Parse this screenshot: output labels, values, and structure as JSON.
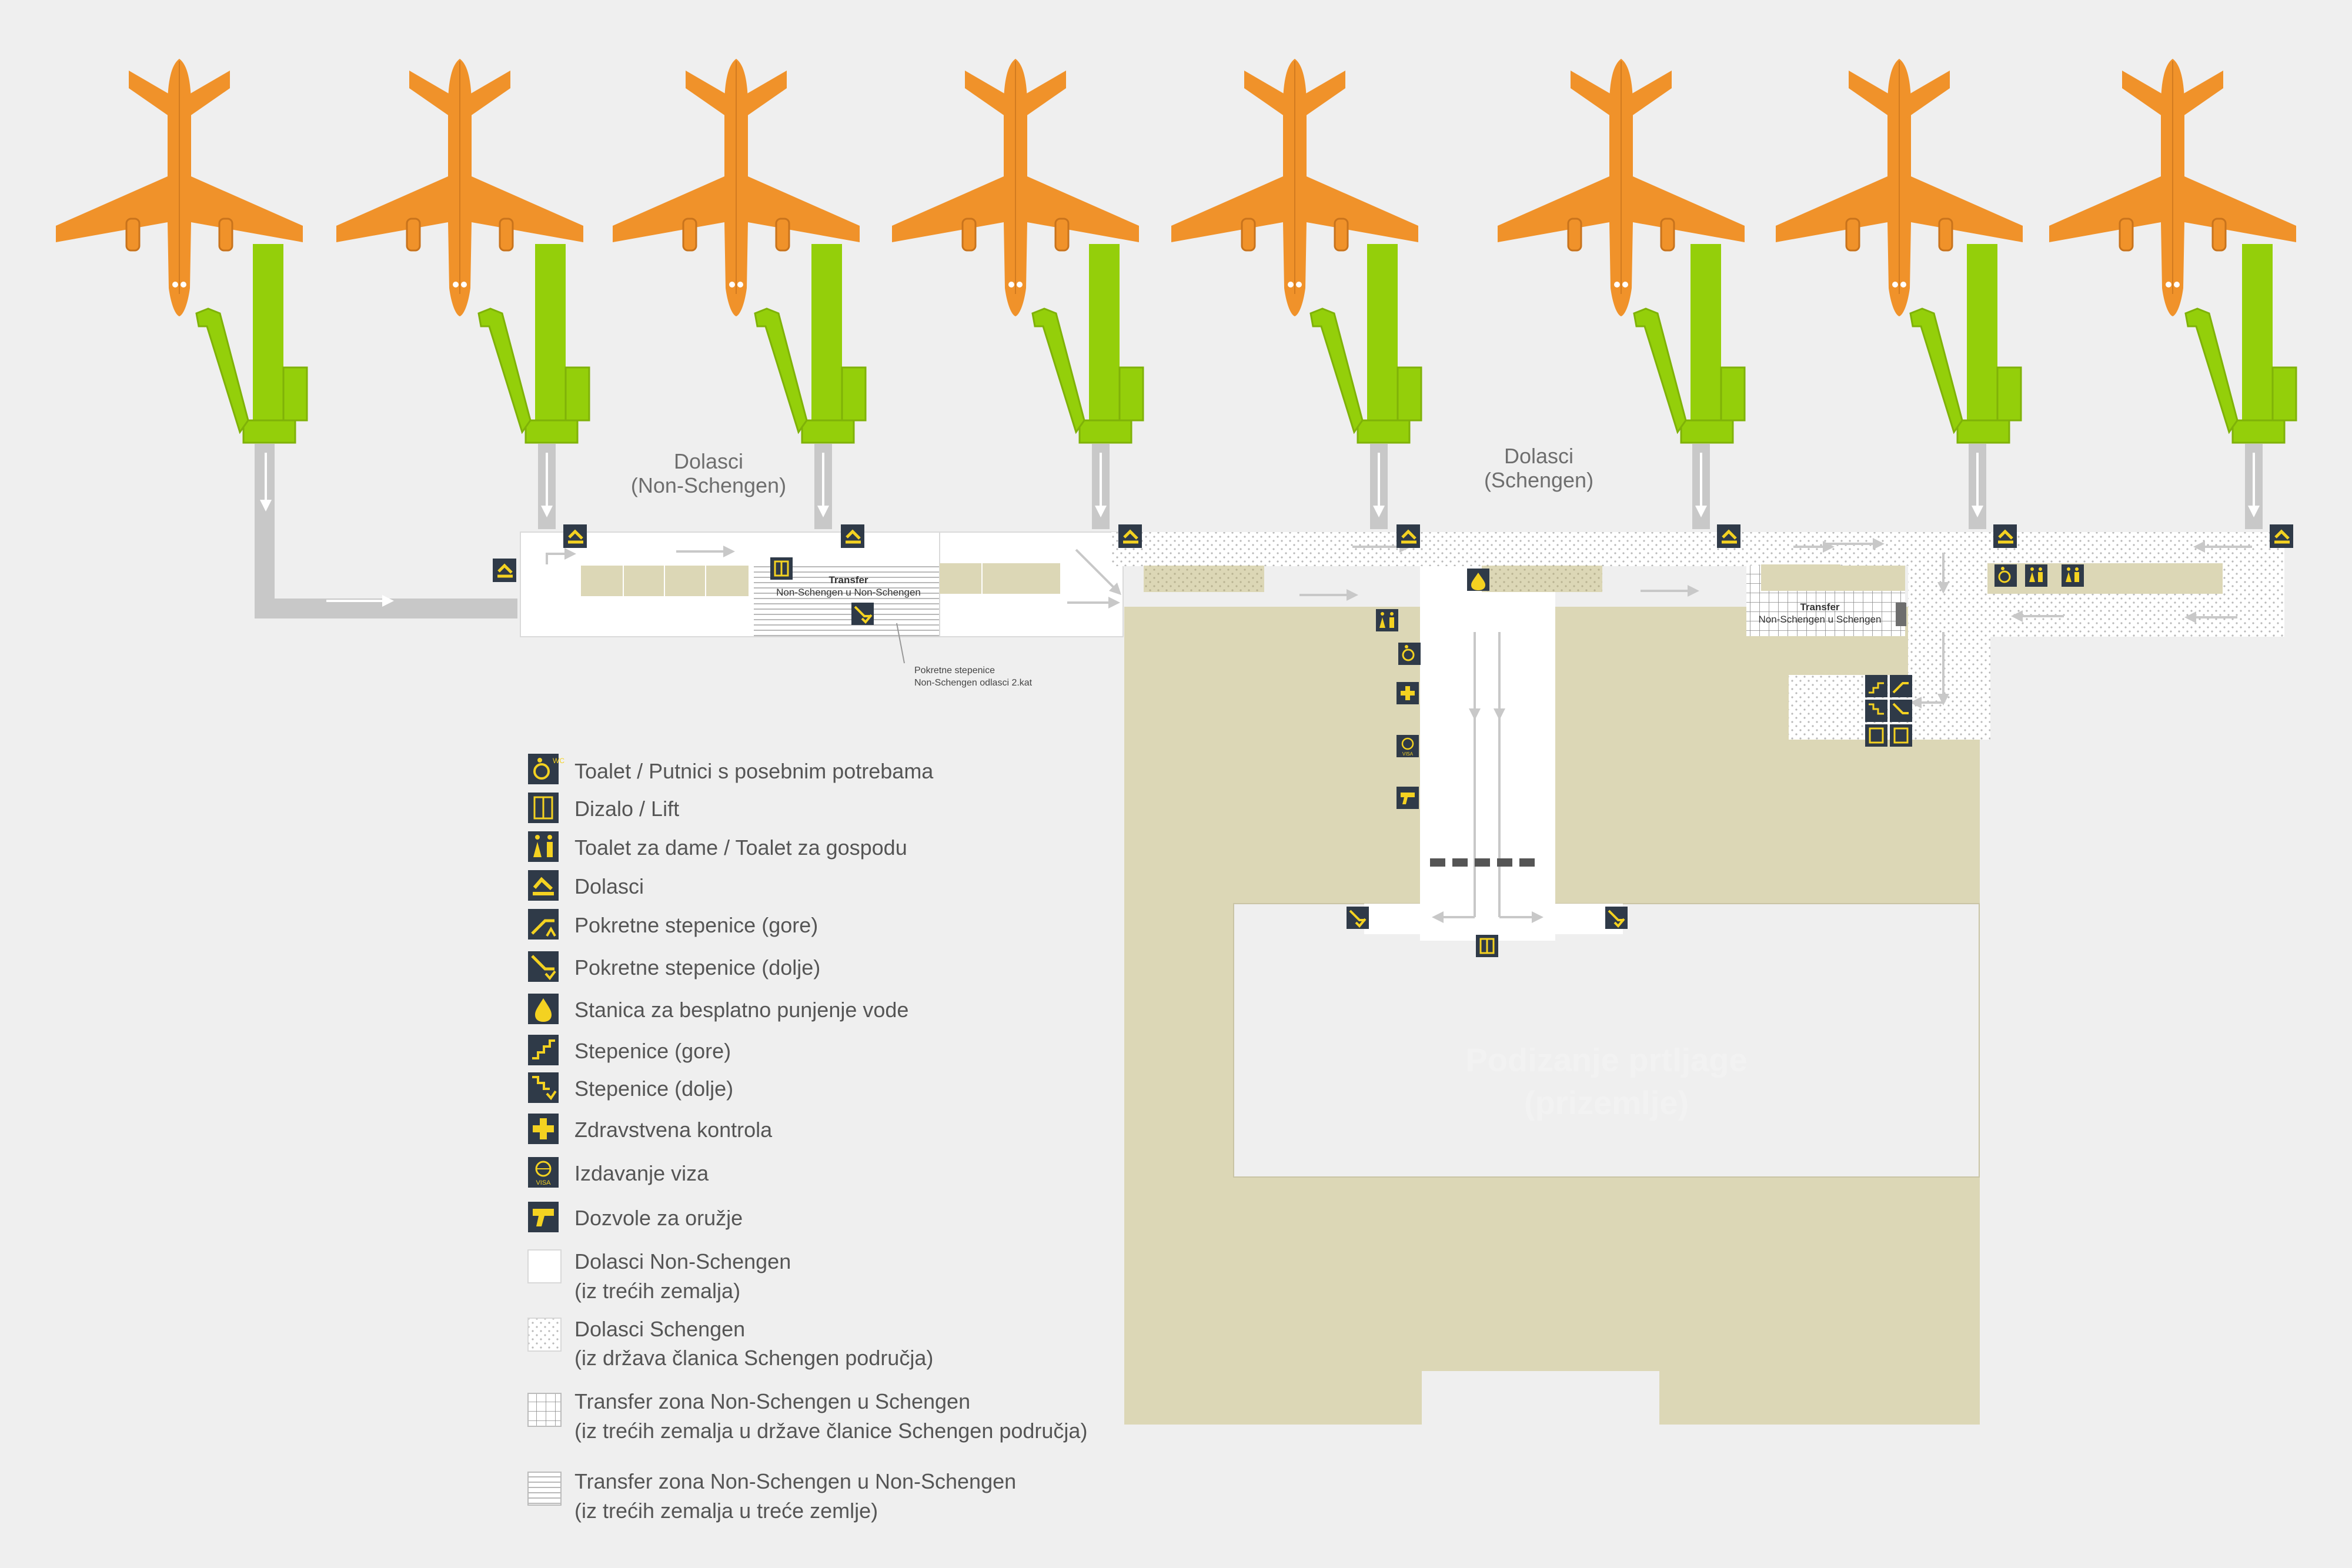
{
  "map": {
    "label_nonschengen": [
      "Dolasci",
      "(Non-Schengen)"
    ],
    "label_schengen": [
      "Dolasci",
      "(Schengen)"
    ],
    "transfer_nn": [
      "Transfer",
      "Non-Schengen u Non-Schengen"
    ],
    "transfer_ns": [
      "Transfer",
      "Non-Schengen u Schengen"
    ],
    "escalator_note": [
      "Pokretne stepenice",
      "Non-Schengen odlasci 2.kat"
    ],
    "baggage": [
      "Podizanje prtljage",
      "(prizemlje)"
    ]
  },
  "legend": [
    {
      "icon": "toilet-disabled-icon",
      "text": [
        "Toalet / Putnici s posebnim potrebama"
      ]
    },
    {
      "icon": "elevator-icon",
      "text": [
        "Dizalo / Lift"
      ]
    },
    {
      "icon": "toilet-women-men-icon",
      "text": [
        "Toalet za dame / Toalet za gospodu"
      ]
    },
    {
      "icon": "arrivals-icon",
      "text": [
        "Dolasci"
      ]
    },
    {
      "icon": "escalator-up-icon",
      "text": [
        "Pokretne stepenice (gore)"
      ]
    },
    {
      "icon": "escalator-down-icon",
      "text": [
        "Pokretne stepenice (dolje)"
      ]
    },
    {
      "icon": "water-refill-icon",
      "text": [
        "Stanica za besplatno punjenje vode"
      ]
    },
    {
      "icon": "stairs-up-icon",
      "text": [
        "Stepenice (gore)"
      ]
    },
    {
      "icon": "stairs-down-icon",
      "text": [
        "Stepenice (dolje)"
      ]
    },
    {
      "icon": "health-control-icon",
      "text": [
        "Zdravstvena kontrola"
      ]
    },
    {
      "icon": "visa-icon",
      "text": [
        "Izdavanje viza"
      ]
    },
    {
      "icon": "gun-permit-icon",
      "text": [
        "Dozvole za oružje"
      ]
    },
    {
      "icon": "swatch-white",
      "text": [
        "Dolasci Non-Schengen",
        "(iz trećih zemalja)"
      ]
    },
    {
      "icon": "swatch-dotted",
      "text": [
        "Dolasci Schengen",
        "(iz država članica Schengen područja)"
      ]
    },
    {
      "icon": "swatch-grid",
      "text": [
        "Transfer zona Non-Schengen u Schengen",
        "(iz trećih zemalja u države članice Schengen područja)"
      ]
    },
    {
      "icon": "swatch-lines",
      "text": [
        "Transfer zona Non-Schengen u Non-Schengen",
        "(iz trećih zemalja u treće zemlje)"
      ]
    }
  ],
  "colors": {
    "background": "#efefef",
    "plane": "#f0922a",
    "jetbridge": "#94cf0a",
    "zone_beige": "#dcd7b6",
    "icon_bg": "#2f3a48",
    "icon_fg": "#f4d221",
    "arrow": "#c8c8c8"
  }
}
